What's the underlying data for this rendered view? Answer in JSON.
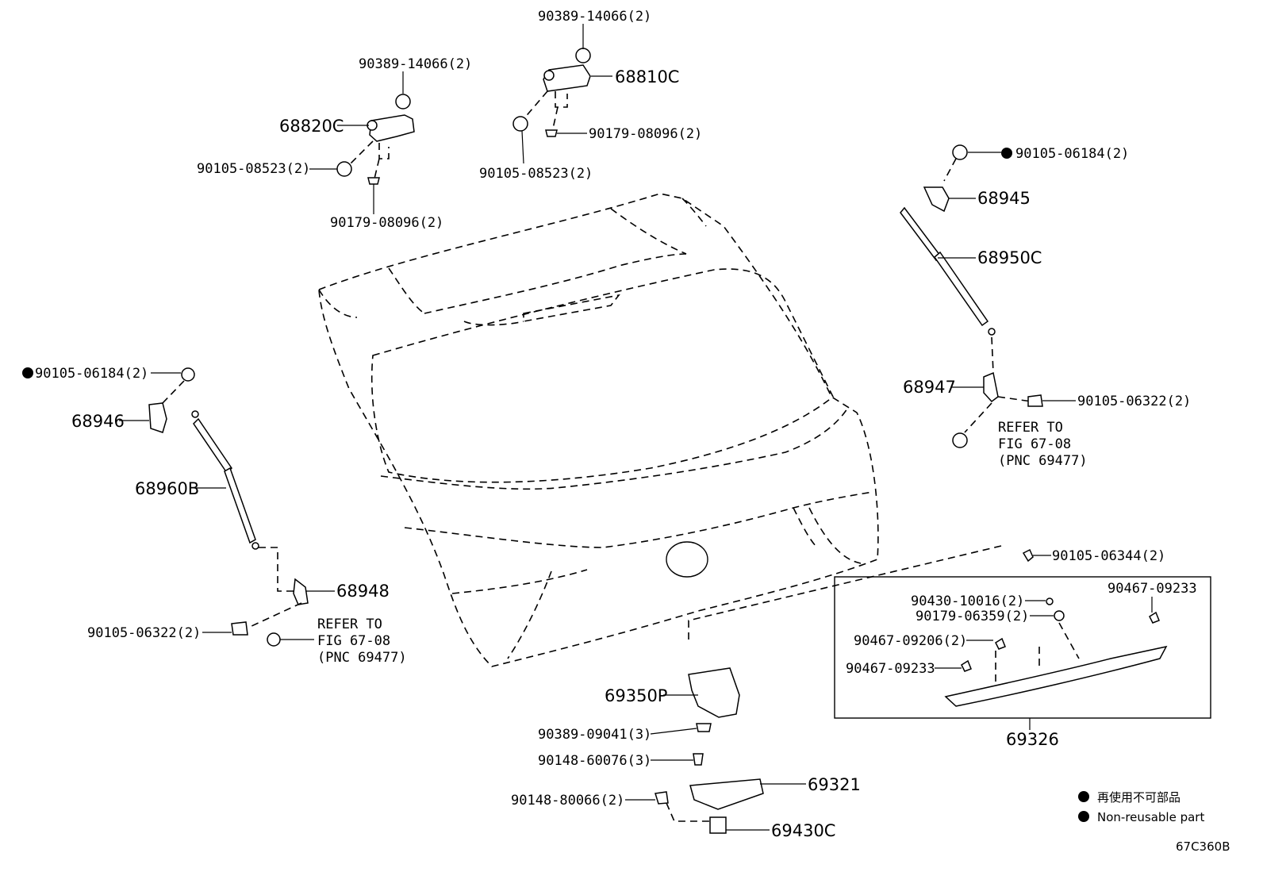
{
  "labels": {
    "p90389_14066_right": "90389-14066(2)",
    "p90389_14066_left": "90389-14066(2)",
    "p68810c": "68810C",
    "p68820c": "68820C",
    "p90179_08096_right": "90179-08096(2)",
    "p90105_08523_left": "90105-08523(2)",
    "p90105_08523_right": "90105-08523(2)",
    "p90179_08096_left": "90179-08096(2)",
    "p90105_06184_right": "90105-06184(2)",
    "p68945": "68945",
    "p68950c": "68950C",
    "p68947": "68947",
    "p90105_06322_right": "90105-06322(2)",
    "refer_right_1": "REFER TO",
    "refer_right_2": "FIG 67-08",
    "refer_right_3": "(PNC 69477)",
    "p90105_06184_left": "90105-06184(2)",
    "p68946": "68946",
    "p68960b": "68960B",
    "p68948": "68948",
    "p90105_06322_left": "90105-06322(2)",
    "refer_left_1": "REFER TO",
    "refer_left_2": "FIG 67-08",
    "refer_left_3": "(PNC 69477)",
    "p90105_06344": "90105-06344(2)",
    "p90430_10016": "90430-10016(2)",
    "p90467_09233_top": "90467-09233",
    "p90179_06359": "90179-06359(2)",
    "p90467_09206": "90467-09206(2)",
    "p90467_09233_left": "90467-09233",
    "p69326": "69326",
    "p69350p": "69350P",
    "p90389_09041": "90389-09041(3)",
    "p90148_60076": "90148-60076(3)",
    "p69321": "69321",
    "p90148_80066": "90148-80066(2)",
    "p69430c": "69430C"
  },
  "legend": {
    "line_jp": "再使用不可部品",
    "line_en": "Non-reusable part"
  },
  "figure_code": "67C360B"
}
